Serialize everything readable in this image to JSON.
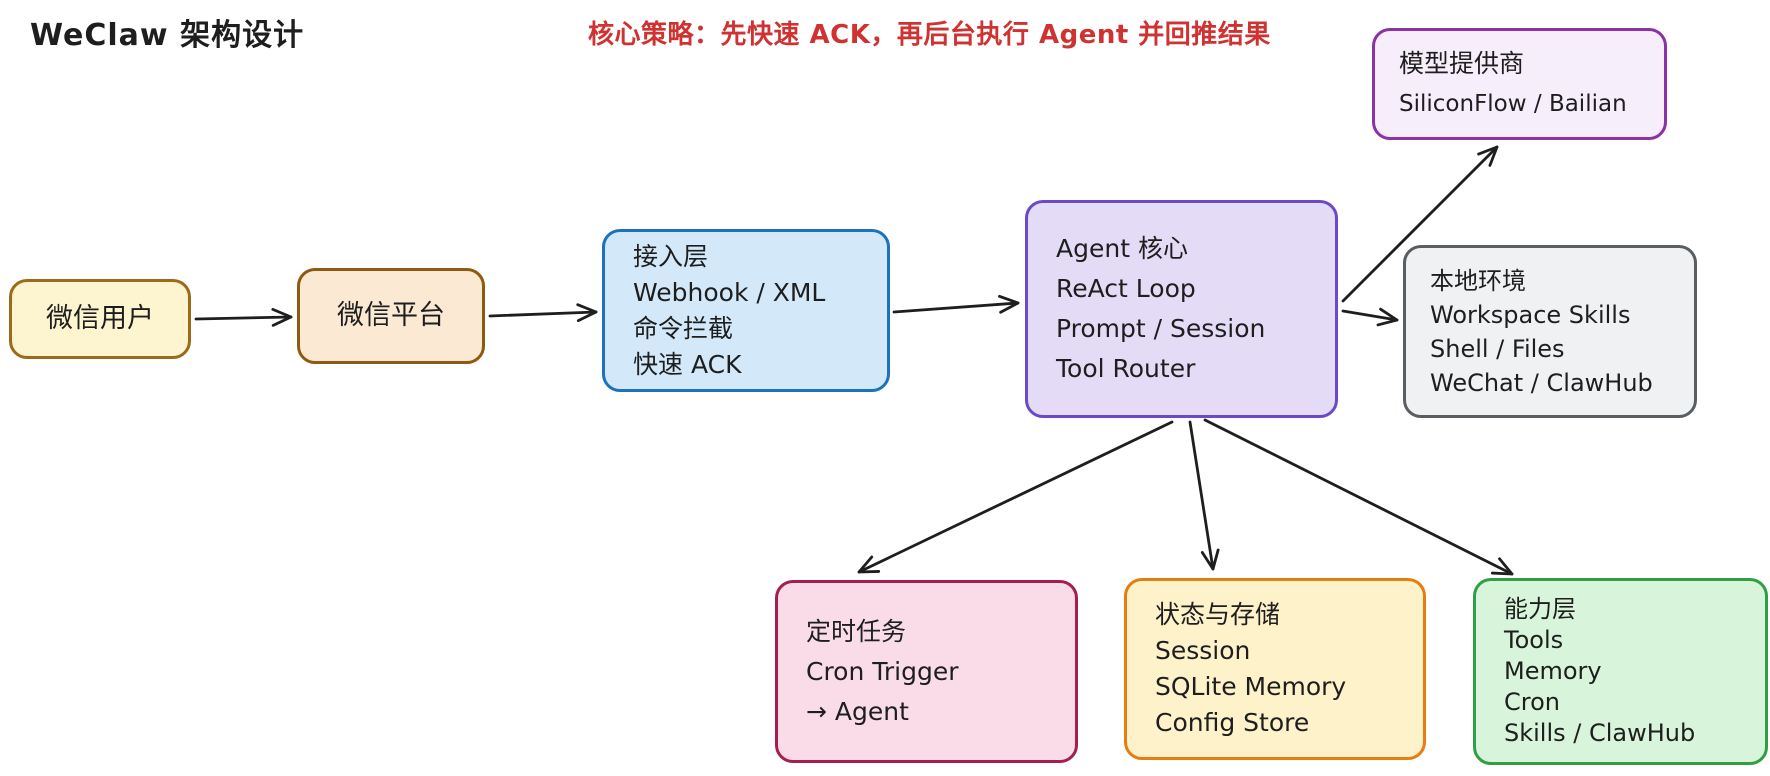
{
  "title": "WeClaw 架构设计",
  "annotation": {
    "text": "核心策略：先快速 ACK，再后台执行 Agent 并回推结果",
    "color": "#d03232"
  },
  "colors": {
    "background": "#ffffff",
    "text": "#1e1e1e",
    "arrow": "#1e1e1e"
  },
  "boxes": [
    {
      "id": "wechat-user",
      "fill": "#fdf5cf",
      "border": "#9c6b1a",
      "lines": [
        "微信用户"
      ]
    },
    {
      "id": "wechat-platform",
      "fill": "#fbe9d3",
      "border": "#8f5a0f",
      "lines": [
        "微信平台"
      ]
    },
    {
      "id": "access-layer",
      "fill": "#d3e9fa",
      "border": "#1d72be",
      "lines": [
        "接入层",
        "Webhook / XML",
        "命令拦截",
        "快速 ACK"
      ]
    },
    {
      "id": "agent-core",
      "fill": "#e4dcf7",
      "border": "#6c49c8",
      "lines": [
        "Agent 核心",
        "ReAct Loop",
        "Prompt / Session",
        "Tool Router"
      ]
    },
    {
      "id": "model-provider",
      "fill": "#f6eefa",
      "border": "#8c31a8",
      "lines": [
        "模型提供商",
        "SiliconFlow / Bailian"
      ]
    },
    {
      "id": "local-env",
      "fill": "#f0f1f3",
      "border": "#595e63",
      "lines": [
        "本地环境",
        "Workspace Skills",
        "Shell / Files",
        "WeChat / ClawHub"
      ]
    },
    {
      "id": "cron-tasks",
      "fill": "#fadce8",
      "border": "#a61e4d",
      "lines": [
        "定时任务",
        "Cron Trigger",
        "→ Agent"
      ]
    },
    {
      "id": "state-storage",
      "fill": "#fdf2ca",
      "border": "#e67d0e",
      "lines": [
        "状态与存储",
        "Session",
        "SQLite Memory",
        "Config Store"
      ]
    },
    {
      "id": "capability-layer",
      "fill": "#d8f4db",
      "border": "#2f9e44",
      "lines": [
        "能力层",
        "Tools",
        "Memory",
        "Cron",
        "Skills / ClawHub"
      ]
    }
  ],
  "arrows": [
    {
      "id": "user-to-platform",
      "from": "wechat-user",
      "to": "wechat-platform"
    },
    {
      "id": "platform-to-access",
      "from": "wechat-platform",
      "to": "access-layer"
    },
    {
      "id": "access-to-agent",
      "from": "access-layer",
      "to": "agent-core"
    },
    {
      "id": "agent-to-model",
      "from": "agent-core",
      "to": "model-provider"
    },
    {
      "id": "agent-to-local-env",
      "from": "agent-core",
      "to": "local-env"
    },
    {
      "id": "agent-to-cron",
      "from": "agent-core",
      "to": "cron-tasks"
    },
    {
      "id": "agent-to-storage",
      "from": "agent-core",
      "to": "state-storage"
    },
    {
      "id": "agent-to-capability",
      "from": "agent-core",
      "to": "capability-layer"
    }
  ]
}
